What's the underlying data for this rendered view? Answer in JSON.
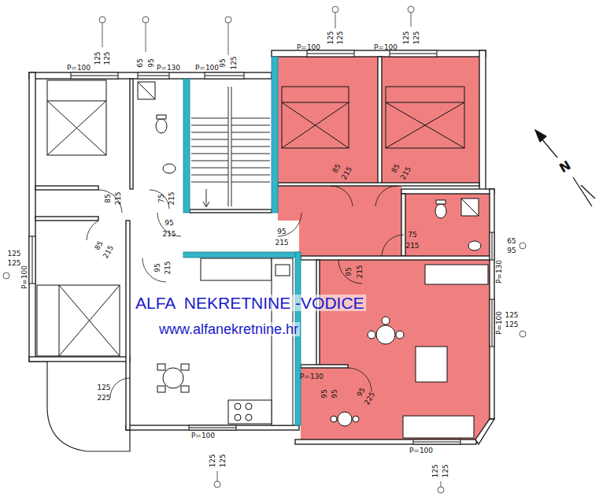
{
  "diagram": {
    "labels": [
      "P=100",
      "125",
      "125",
      "65",
      "95",
      "P=130",
      "P=100",
      "95",
      "125",
      "P=100",
      "125",
      "125",
      "P=100",
      "125",
      "125",
      "85",
      "215",
      "75",
      "215",
      "95",
      "215",
      "95",
      "215",
      "85",
      "215",
      "95",
      "215",
      "125",
      "125",
      "P=100",
      "85",
      "215",
      "85",
      "215",
      "75",
      "215",
      "95",
      "215",
      "65",
      "95",
      "P=130",
      "125",
      "125",
      "P=100",
      "125",
      "225",
      "P=130",
      "95",
      "95",
      "95",
      "225",
      "P=100",
      "125",
      "125",
      "P=100",
      "125",
      "125",
      "N",
      "ALFA  NEKRETNINE -VODICE",
      "www.alfanekretnine.hr"
    ]
  }
}
